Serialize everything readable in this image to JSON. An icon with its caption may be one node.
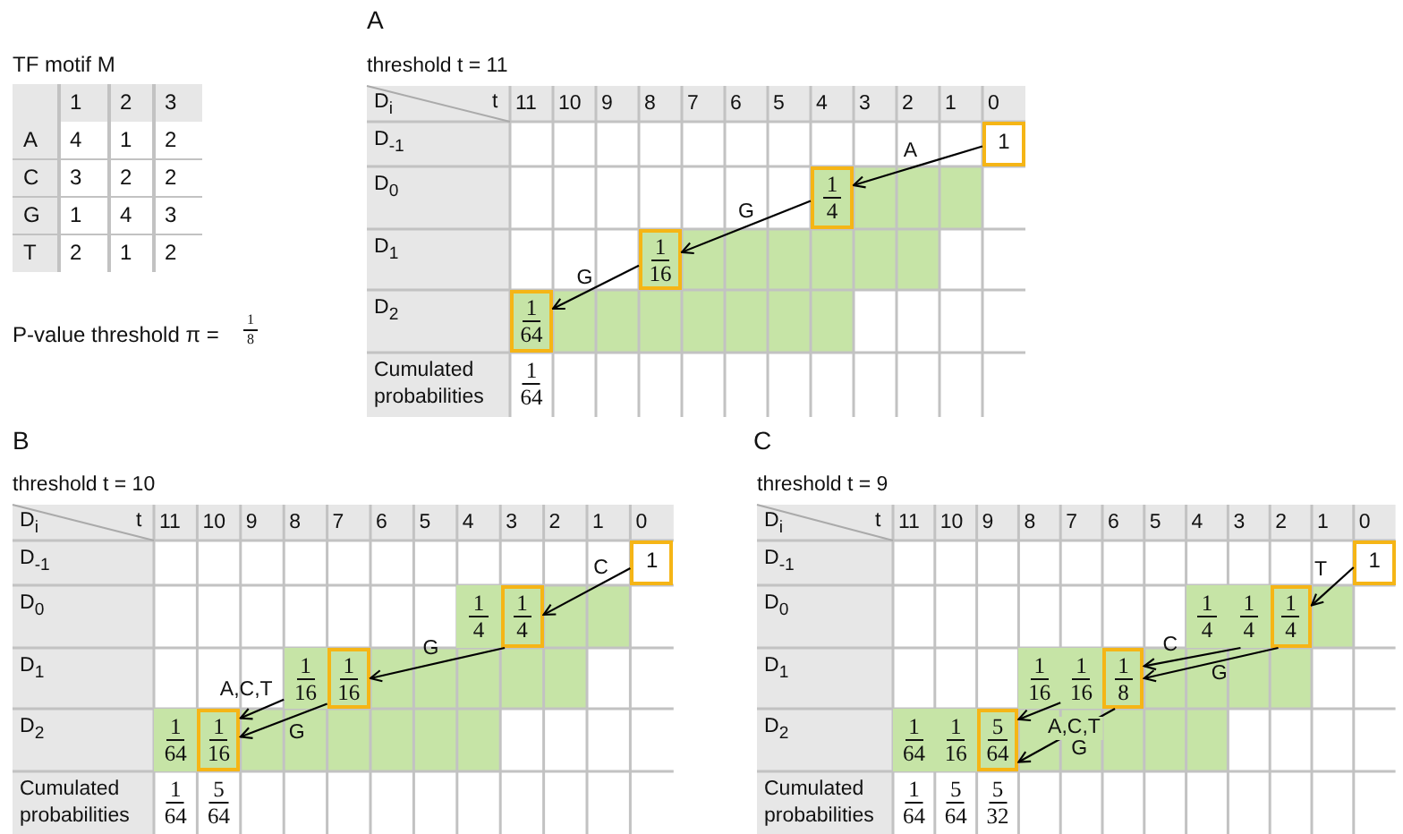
{
  "diagram": {
    "nodes": [
      {
        "text": [
          "1"
        ]
      },
      {
        "text": [
          "1",
          "4"
        ]
      },
      {
        "text": [
          "1",
          "16"
        ]
      },
      {
        "text": [
          "1",
          "64"
        ]
      },
      {
        "text": [
          "1"
        ]
      },
      {
        "text": [
          "1",
          "4"
        ]
      },
      {
        "text": [
          "1",
          "4"
        ]
      },
      {
        "text": [
          "1",
          "16"
        ]
      },
      {
        "text": [
          "1",
          "16"
        ]
      },
      {
        "text": [
          "1",
          "64"
        ]
      },
      {
        "text": [
          "1",
          "16"
        ]
      },
      {
        "text": [
          "1"
        ]
      },
      {
        "text": [
          "1",
          "4"
        ]
      },
      {
        "text": [
          "1",
          "4"
        ]
      },
      {
        "text": [
          "1",
          "4"
        ]
      },
      {
        "text": [
          "1",
          "16"
        ]
      },
      {
        "text": [
          "1",
          "16"
        ]
      },
      {
        "text": [
          "1",
          "8"
        ]
      },
      {
        "text": [
          "1",
          "64"
        ]
      },
      {
        "text": [
          "1",
          "16"
        ]
      },
      {
        "text": [
          "5",
          "64"
        ]
      }
    ],
    "edges": [
      {
        "from": 0,
        "to": 1,
        "arrow": "to",
        "label": "A"
      },
      {
        "from": 1,
        "to": 2,
        "arrow": "to",
        "label": "G"
      },
      {
        "from": 2,
        "to": 3,
        "arrow": "to",
        "label": "G"
      },
      {
        "from": 4,
        "to": 6,
        "arrow": "to",
        "label": "C"
      },
      {
        "from": 6,
        "to": 8,
        "arrow": "to",
        "label": "G"
      },
      {
        "from": 7,
        "to": 10,
        "arrow": "to",
        "label": "A,C,T"
      },
      {
        "from": 8,
        "to": 10,
        "arrow": "to",
        "label": "G"
      },
      {
        "from": 11,
        "to": 14,
        "arrow": "to",
        "label": "T"
      },
      {
        "from": 13,
        "to": 17,
        "arrow": "to",
        "label": "C"
      },
      {
        "from": 14,
        "to": 17,
        "arrow": "to",
        "label": "G"
      },
      {
        "from": 16,
        "to": 20,
        "arrow": "to",
        "label": "A,C,T"
      },
      {
        "from": 17,
        "to": 20,
        "arrow": "to",
        "label": "G"
      }
    ],
    "labels": [
      "TF motif M",
      "1",
      "2",
      "3",
      "A",
      "4",
      "1",
      "2",
      "C",
      "3",
      "2",
      "2",
      "G",
      "1",
      "4",
      "3",
      "T",
      "2",
      "1",
      "2",
      "P-value threshold π =",
      "1",
      "8",
      "A",
      "threshold t = 11",
      "D$_{i}$",
      "t",
      "11",
      "10",
      "9",
      "8",
      "7",
      "6",
      "5",
      "4",
      "3",
      "2",
      "1",
      "0",
      "D$_{-1}$",
      "D$_{0}$",
      "D$_{1}$",
      "D$_{2}$",
      "Cumulated probabilities",
      "1",
      "64",
      "B",
      "threshold t = 10",
      "D$_{i}$",
      "t",
      "11",
      "10",
      "9",
      "8",
      "7",
      "6",
      "5",
      "4",
      "3",
      "2",
      "1",
      "0",
      "D$_{-1}$",
      "D$_{0}$",
      "D$_{1}$",
      "D$_{2}$",
      "Cumulated probabilities",
      "1",
      "64",
      "5",
      "64",
      "C",
      "threshold t = 9",
      "D$_{i}$",
      "t",
      "11",
      "10",
      "9",
      "8",
      "7",
      "6",
      "5",
      "4",
      "3",
      "2",
      "1",
      "0",
      "D$_{-1}$",
      "D$_{0}$",
      "D$_{1}$",
      "D$_{2}$",
      "Cumulated probabilities",
      "1",
      "64",
      "5",
      "64",
      "5",
      "32"
    ]
  }
}
